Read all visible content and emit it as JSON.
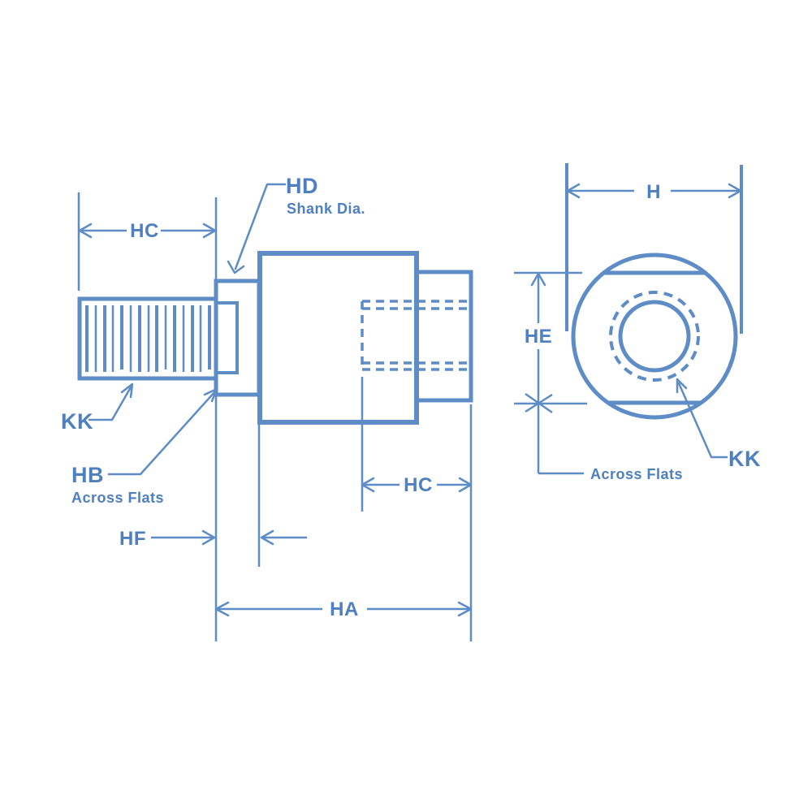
{
  "colors": {
    "line": "#5d8cc6",
    "text": "#4e7fc0",
    "background": "#ffffff"
  },
  "side_view": {
    "dim_hc_top": "HC",
    "callout_hd": {
      "code": "HD",
      "caption": "Shank Dia."
    },
    "callout_kk": "KK",
    "callout_hb": {
      "code": "HB",
      "caption": "Across Flats"
    },
    "dim_hf": "HF",
    "dim_hc_bottom": "HC",
    "dim_ha": "HA"
  },
  "end_view": {
    "dim_h": "H",
    "dim_he": "HE",
    "caption_across_flats": "Across Flats",
    "callout_kk": "KK"
  }
}
